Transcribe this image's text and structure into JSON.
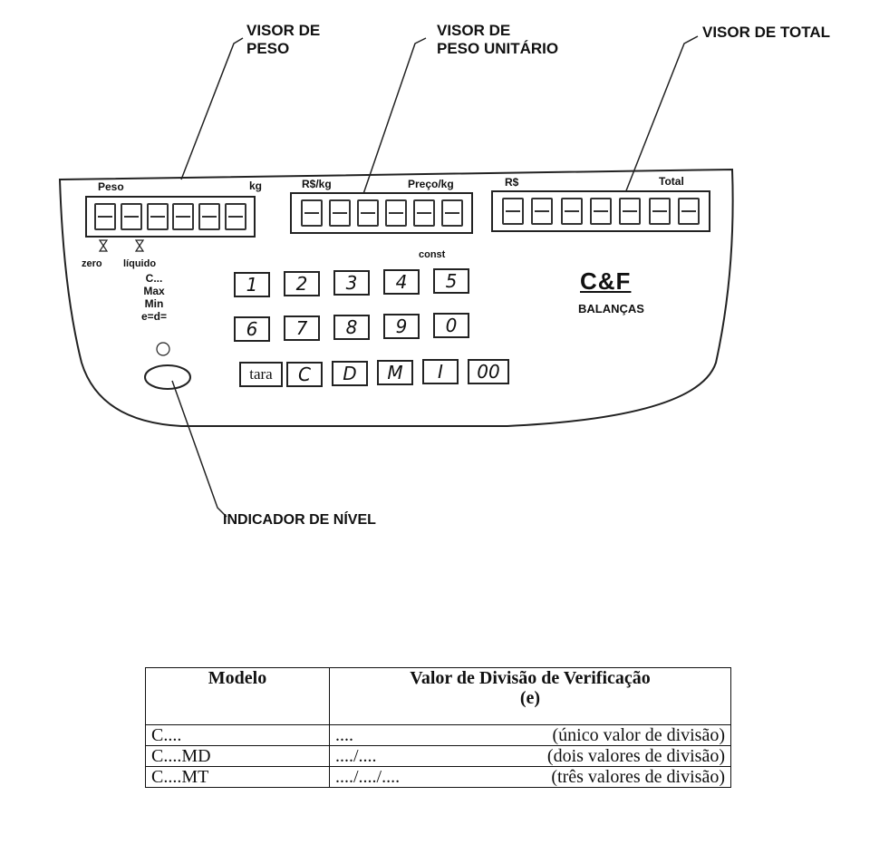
{
  "callouts": {
    "peso": [
      "VISOR DE",
      "PESO"
    ],
    "unitario": [
      "VISOR DE",
      "PESO UNITÁRIO"
    ],
    "total": "VISOR DE TOTAL",
    "nivel": "INDICADOR DE NÍVEL"
  },
  "panel": {
    "peso_label": "Peso",
    "kg_label": "kg",
    "rskg_label": "R$/kg",
    "precokg_label": "Preço/kg",
    "rs_label": "R$",
    "total_label": "Total",
    "const_label": "const",
    "zero_label": "zero",
    "liquido_label": "líquido",
    "side_info": [
      "C...",
      "Max",
      "Min",
      "e=d="
    ],
    "brand_top": "C&F",
    "brand_bottom": "BALANÇAS"
  },
  "keys": {
    "row1": [
      "1",
      "2",
      "3",
      "4",
      "5"
    ],
    "row2": [
      "6",
      "7",
      "8",
      "9",
      "0"
    ],
    "row3": [
      "tara",
      "C",
      "D",
      "M",
      "I",
      "00"
    ]
  },
  "table": {
    "header_model": "Modelo",
    "header_value": "Valor de Divisão de Verificação",
    "header_value_sub": "(e)",
    "rows": [
      {
        "model": "C....",
        "value": "....",
        "desc": "(único valor de divisão)"
      },
      {
        "model": "C....MD",
        "value": "..../....",
        "desc": "(dois valores de divisão)"
      },
      {
        "model": "C....MT",
        "value": "..../..../....",
        "desc": "(três valores de divisão)"
      }
    ]
  }
}
